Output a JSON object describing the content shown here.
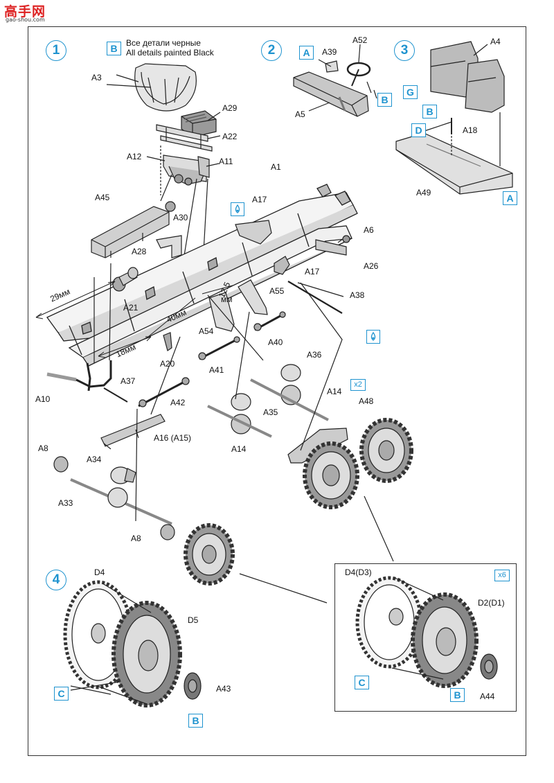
{
  "watermark": {
    "main": "高手网",
    "sub": "gao-shou.com"
  },
  "steps": [
    "1",
    "2",
    "3",
    "4"
  ],
  "note": {
    "ru": "Все детали черные",
    "en": "All details painted Black"
  },
  "color_codes": {
    "A": "A",
    "B": "B",
    "C": "C",
    "D": "D",
    "G": "G"
  },
  "multipliers": {
    "x2": "x2",
    "x6": "x6"
  },
  "parts": {
    "A1": "A1",
    "A3": "A3",
    "A4": "A4",
    "A5": "A5",
    "A6": "A6",
    "A8": "A8",
    "A10": "A10",
    "A11": "A11",
    "A12": "A12",
    "A14": "A14",
    "A16": "A16 (A15)",
    "A17": "A17",
    "A18": "A18",
    "A20": "A20",
    "A21": "A21",
    "A22": "A22",
    "A26": "A26",
    "A28": "A28",
    "A29": "A29",
    "A30": "A30",
    "A33": "A33",
    "A34": "A34",
    "A35": "A35",
    "A36": "A36",
    "A37": "A37",
    "A38": "A38",
    "A39": "A39",
    "A40": "A40",
    "A41": "A41",
    "A42": "A42",
    "A43": "A43",
    "A44": "A44",
    "A45": "A45",
    "A48": "A48",
    "A49": "A49",
    "A52": "A52",
    "A54": "A54",
    "A55": "A55",
    "D2": "D2(D1)",
    "D4": "D4",
    "D4b": "D4(D3)",
    "D5": "D5"
  },
  "dimensions": {
    "d29": "29мм",
    "d40": "40мм",
    "d18": "18мм",
    "d125a": "12.5",
    "d125b": "мм"
  },
  "colors": {
    "accent": "#1e93cf",
    "ink": "#222222",
    "part_fill": "#c9c9c9",
    "part_dark": "#8a8a8a"
  }
}
